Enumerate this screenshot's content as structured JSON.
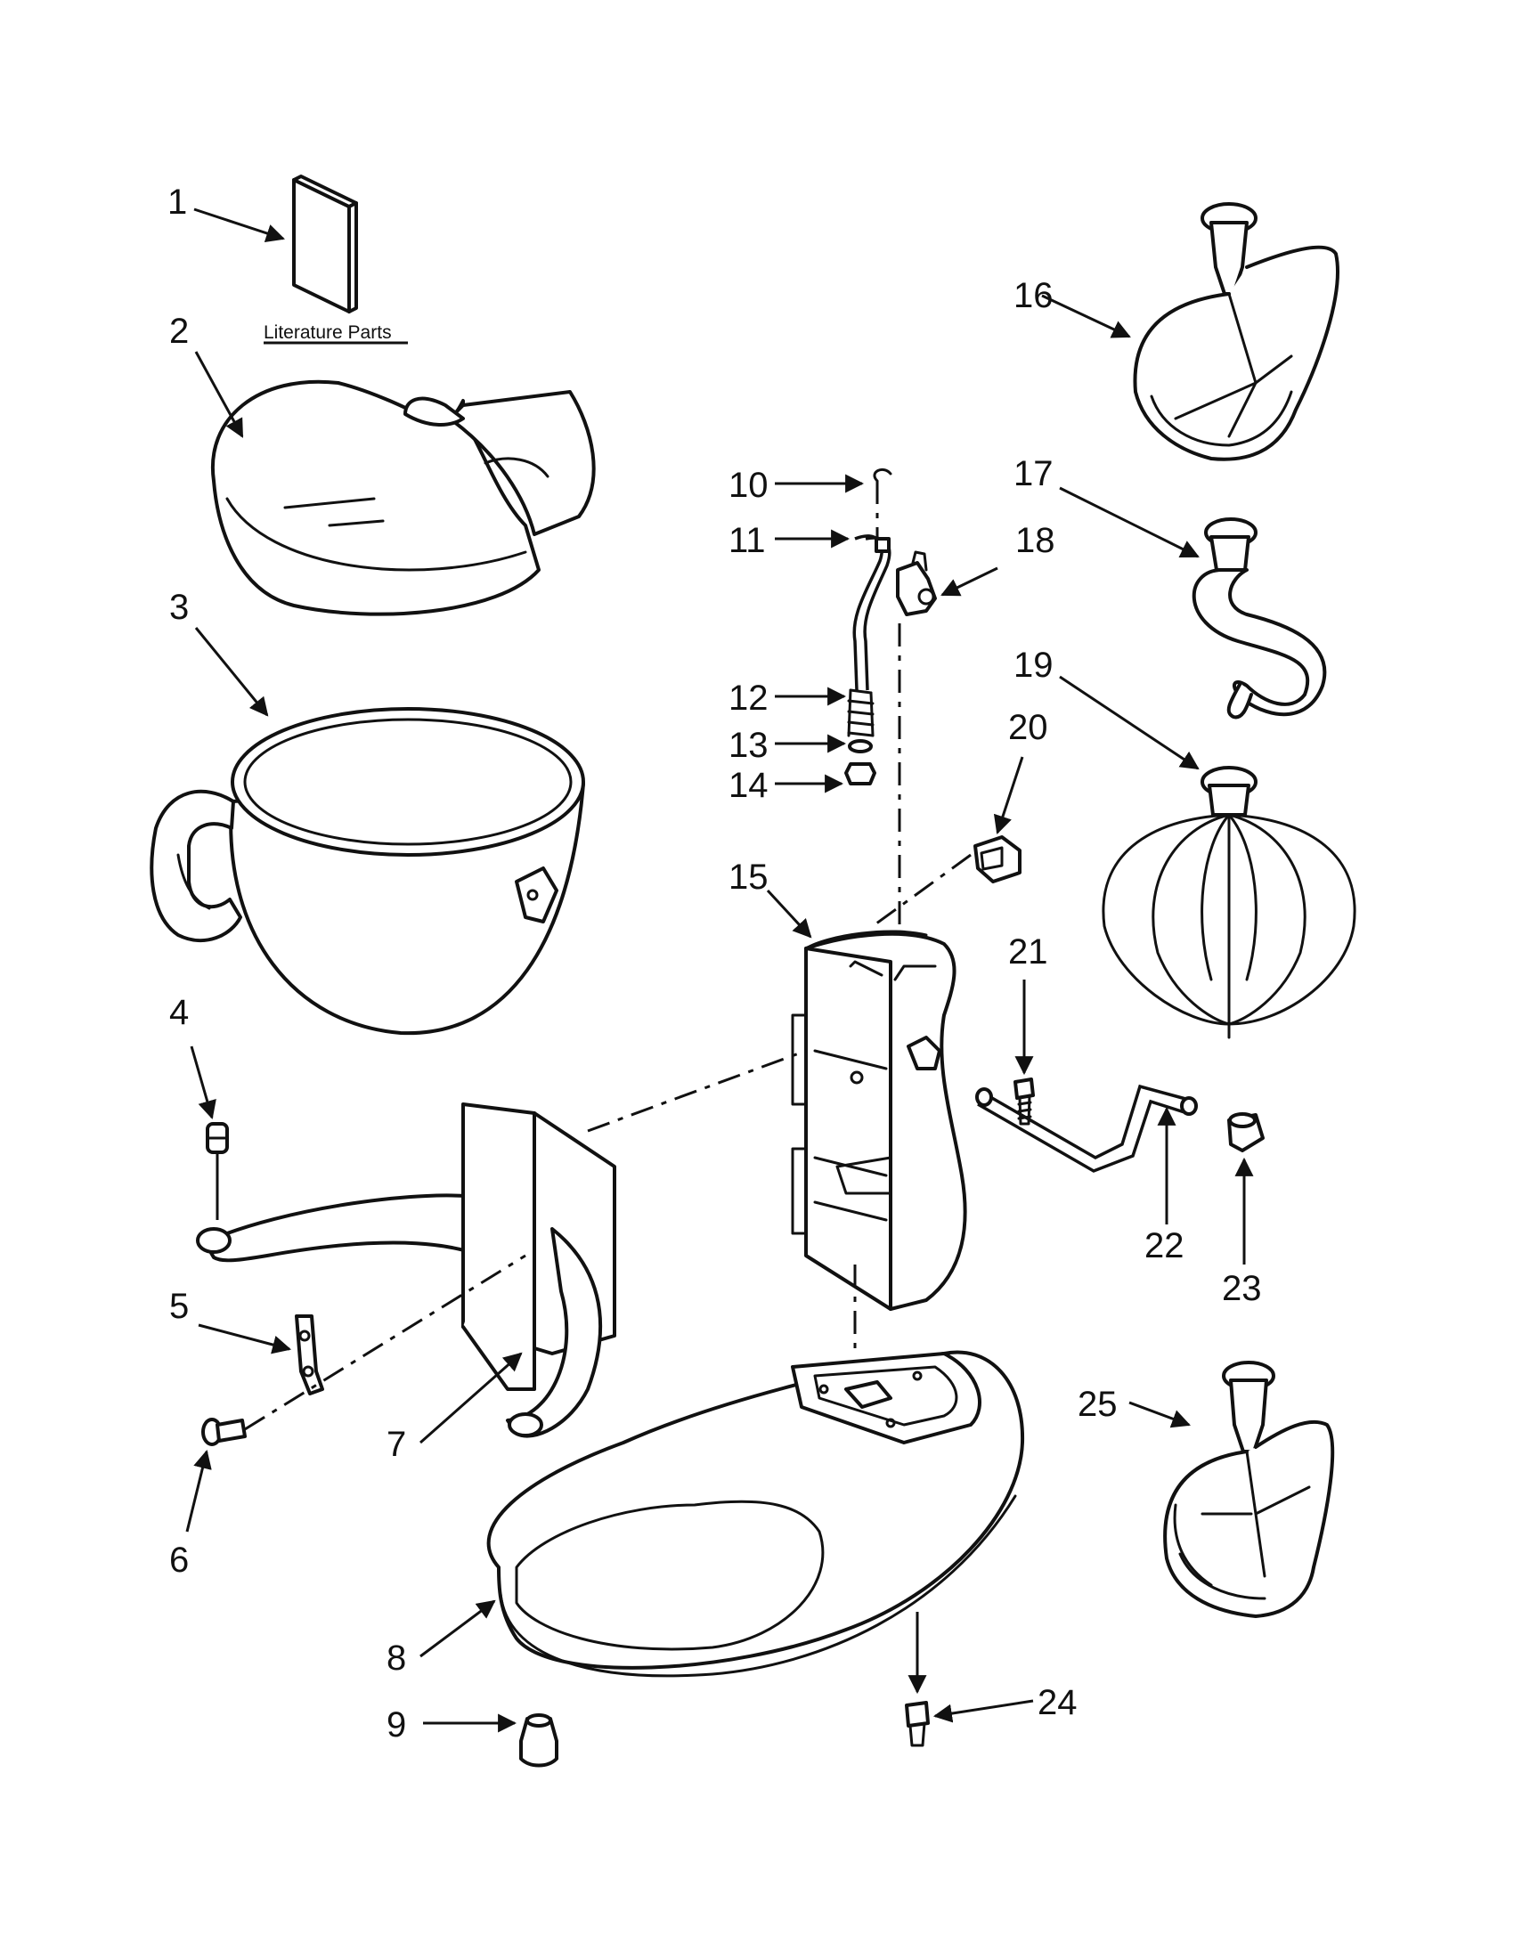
{
  "literature_label": "Literature Parts",
  "callouts": [
    "1",
    "2",
    "3",
    "4",
    "5",
    "6",
    "7",
    "8",
    "9",
    "10",
    "11",
    "12",
    "13",
    "14",
    "15",
    "16",
    "17",
    "18",
    "19",
    "20",
    "21",
    "22",
    "23",
    "24",
    "25"
  ]
}
